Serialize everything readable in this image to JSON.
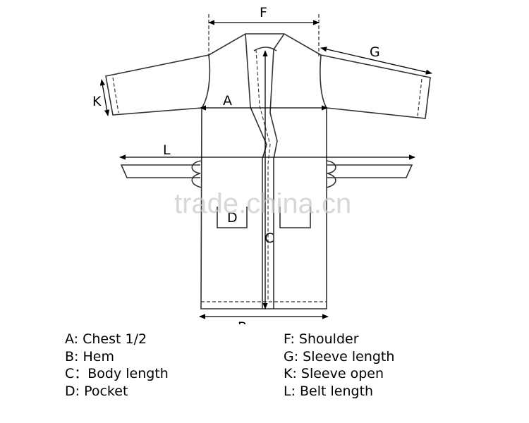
{
  "diagram": {
    "labels": {
      "A": "A",
      "B": "B",
      "C": "C",
      "D": "D",
      "F": "F",
      "G": "G",
      "K": "K",
      "L": "L"
    },
    "watermark": "trade.china.cn"
  },
  "legend": {
    "left": [
      "A: Chest 1/2",
      "B: Hem",
      "C：Body length",
      "D: Pocket"
    ],
    "right": [
      "F: Shoulder",
      "G: Sleeve length",
      "K:  Sleeve open",
      "L: Belt length"
    ]
  }
}
